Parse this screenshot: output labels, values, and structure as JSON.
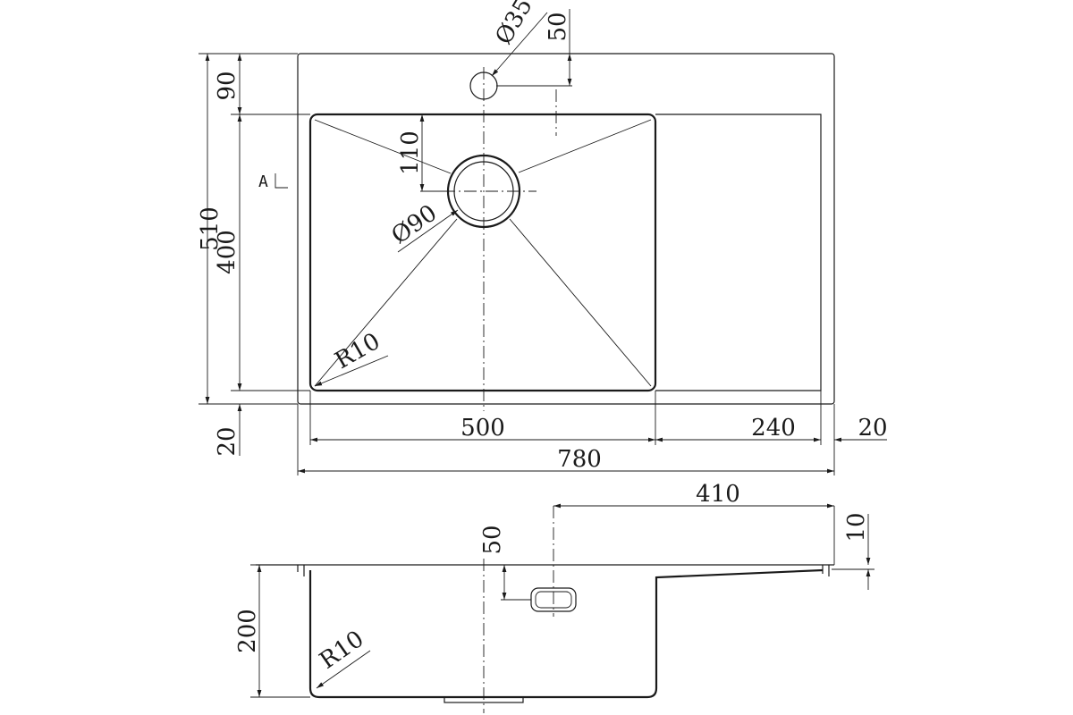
{
  "labels": {
    "d35": "Ø35",
    "d50_top": "50",
    "d90_h": "90",
    "d510": "510",
    "d400": "400",
    "d110": "110",
    "d_phi90": "Ø90",
    "view_a": "A",
    "d_r10_top": "R10",
    "d20_left": "20",
    "d500": "500",
    "d240": "240",
    "d20_right": "20",
    "d780": "780",
    "d410": "410",
    "d50_side": "50",
    "d10": "10",
    "d200": "200",
    "d_r10_side": "R10"
  }
}
